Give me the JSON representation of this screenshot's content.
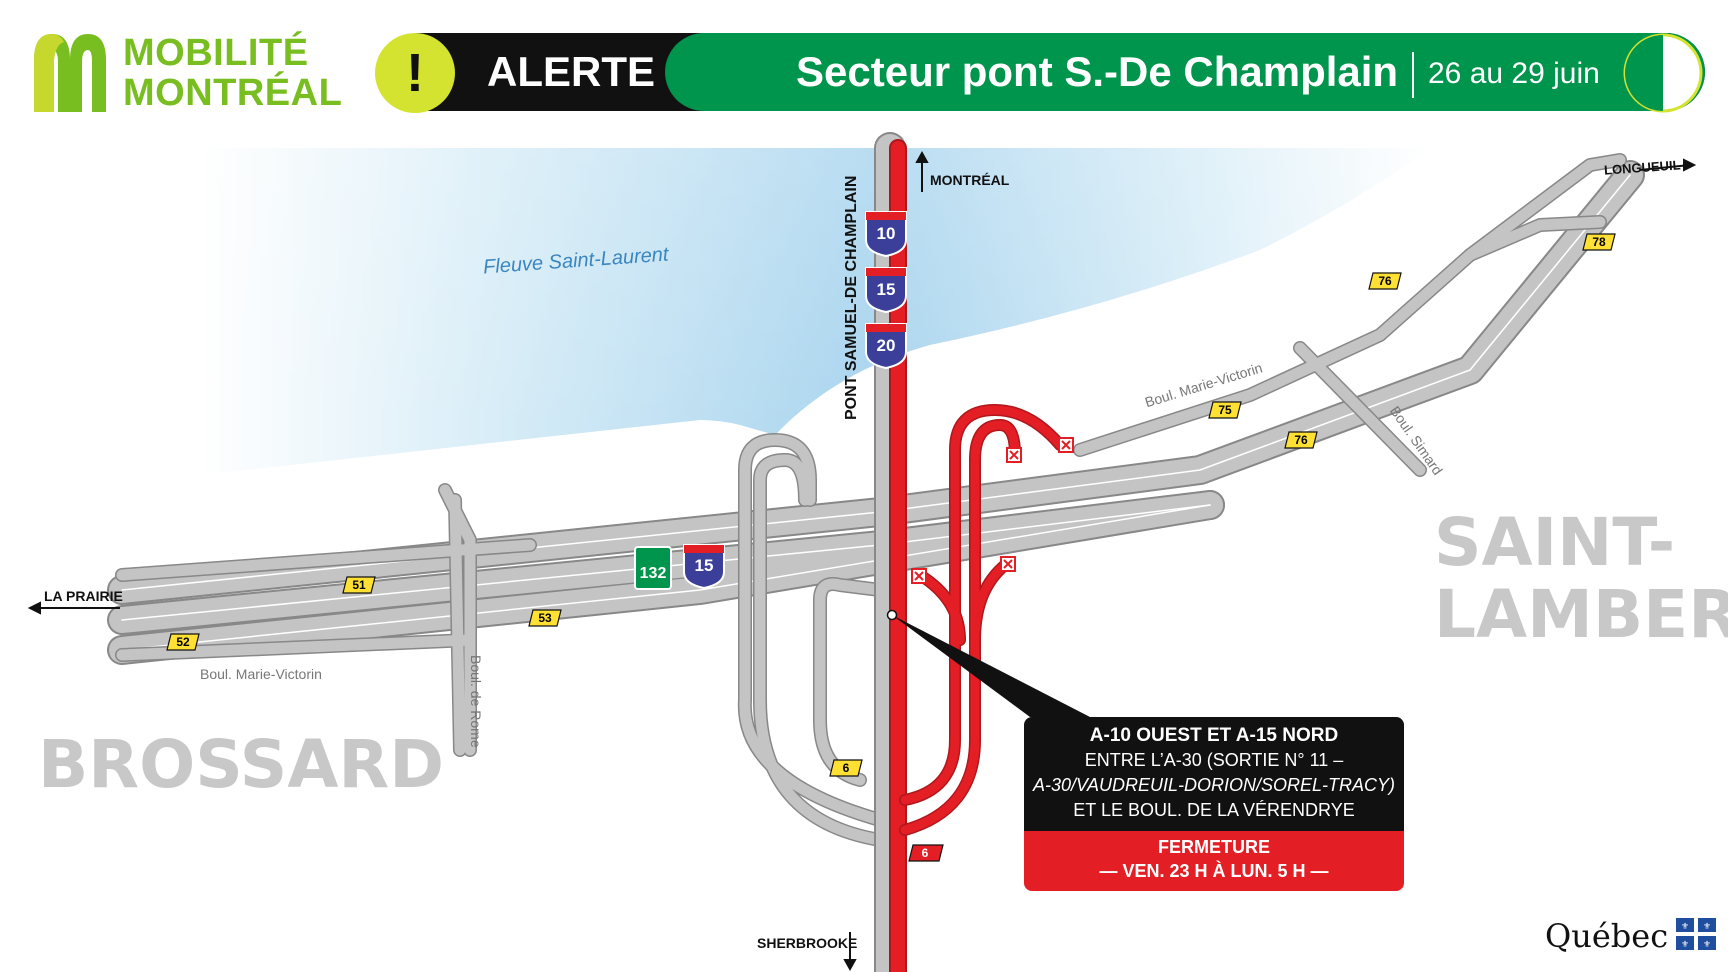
{
  "header": {
    "logo_line1": "MOBILITÉ",
    "logo_line2": "MONTRÉAL",
    "alert_symbol": "!",
    "alert_label": "ALERTE",
    "title": "Secteur pont S.-De Champlain",
    "dates": "26 au 29 juin"
  },
  "colors": {
    "brand_green": "#00954c",
    "logo_green": "#78be20",
    "alert_yellow": "#d4e330",
    "closure_red": "#e31e24",
    "road_gray": "#c4c4c4",
    "river_blue": "#bfe0f2",
    "exit_yellow": "#ffe033"
  },
  "map": {
    "river_label": "Fleuve Saint-Laurent",
    "bridge_label": "PONT SAMUEL-DE CHAMPLAIN",
    "directions": {
      "montreal": "MONTRÉAL",
      "longueuil": "LONGUEUIL",
      "la_prairie": "LA PRAIRIE",
      "sherbrooke": "SHERBROOKE"
    },
    "cities": {
      "saint_lambert_1": "SAINT-",
      "saint_lambert_2": "LAMBERT",
      "brossard": "BROSSARD"
    },
    "streets": {
      "marie_victorin_east": "Boul. Marie-Victorin",
      "marie_victorin_west": "Boul. Marie-Victorin",
      "de_rome": "Boul. de Rome",
      "simard": "Boul. Simard"
    },
    "route_shields": {
      "a10": "10",
      "a15": "15",
      "a20": "20",
      "r132": "132",
      "a15_mid": "15"
    },
    "exits": [
      "78",
      "76",
      "75",
      "76",
      "51",
      "53",
      "52",
      "6",
      "6"
    ],
    "closure_marker": "x"
  },
  "info_box": {
    "heading": "A-10 OUEST ET A-15 NORD",
    "line1": "ENTRE L’A-30 (SORTIE N° 11 –",
    "line2": "A-30/VAUDREUIL-DORION/SOREL-TRACY)",
    "line3": "ET LE BOUL. DE LA VÉRENDRYE",
    "status": "FERMETURE",
    "schedule": "— VEN. 23 H À LUN. 5 H —"
  },
  "footer": {
    "quebec_logo": "Québec"
  }
}
